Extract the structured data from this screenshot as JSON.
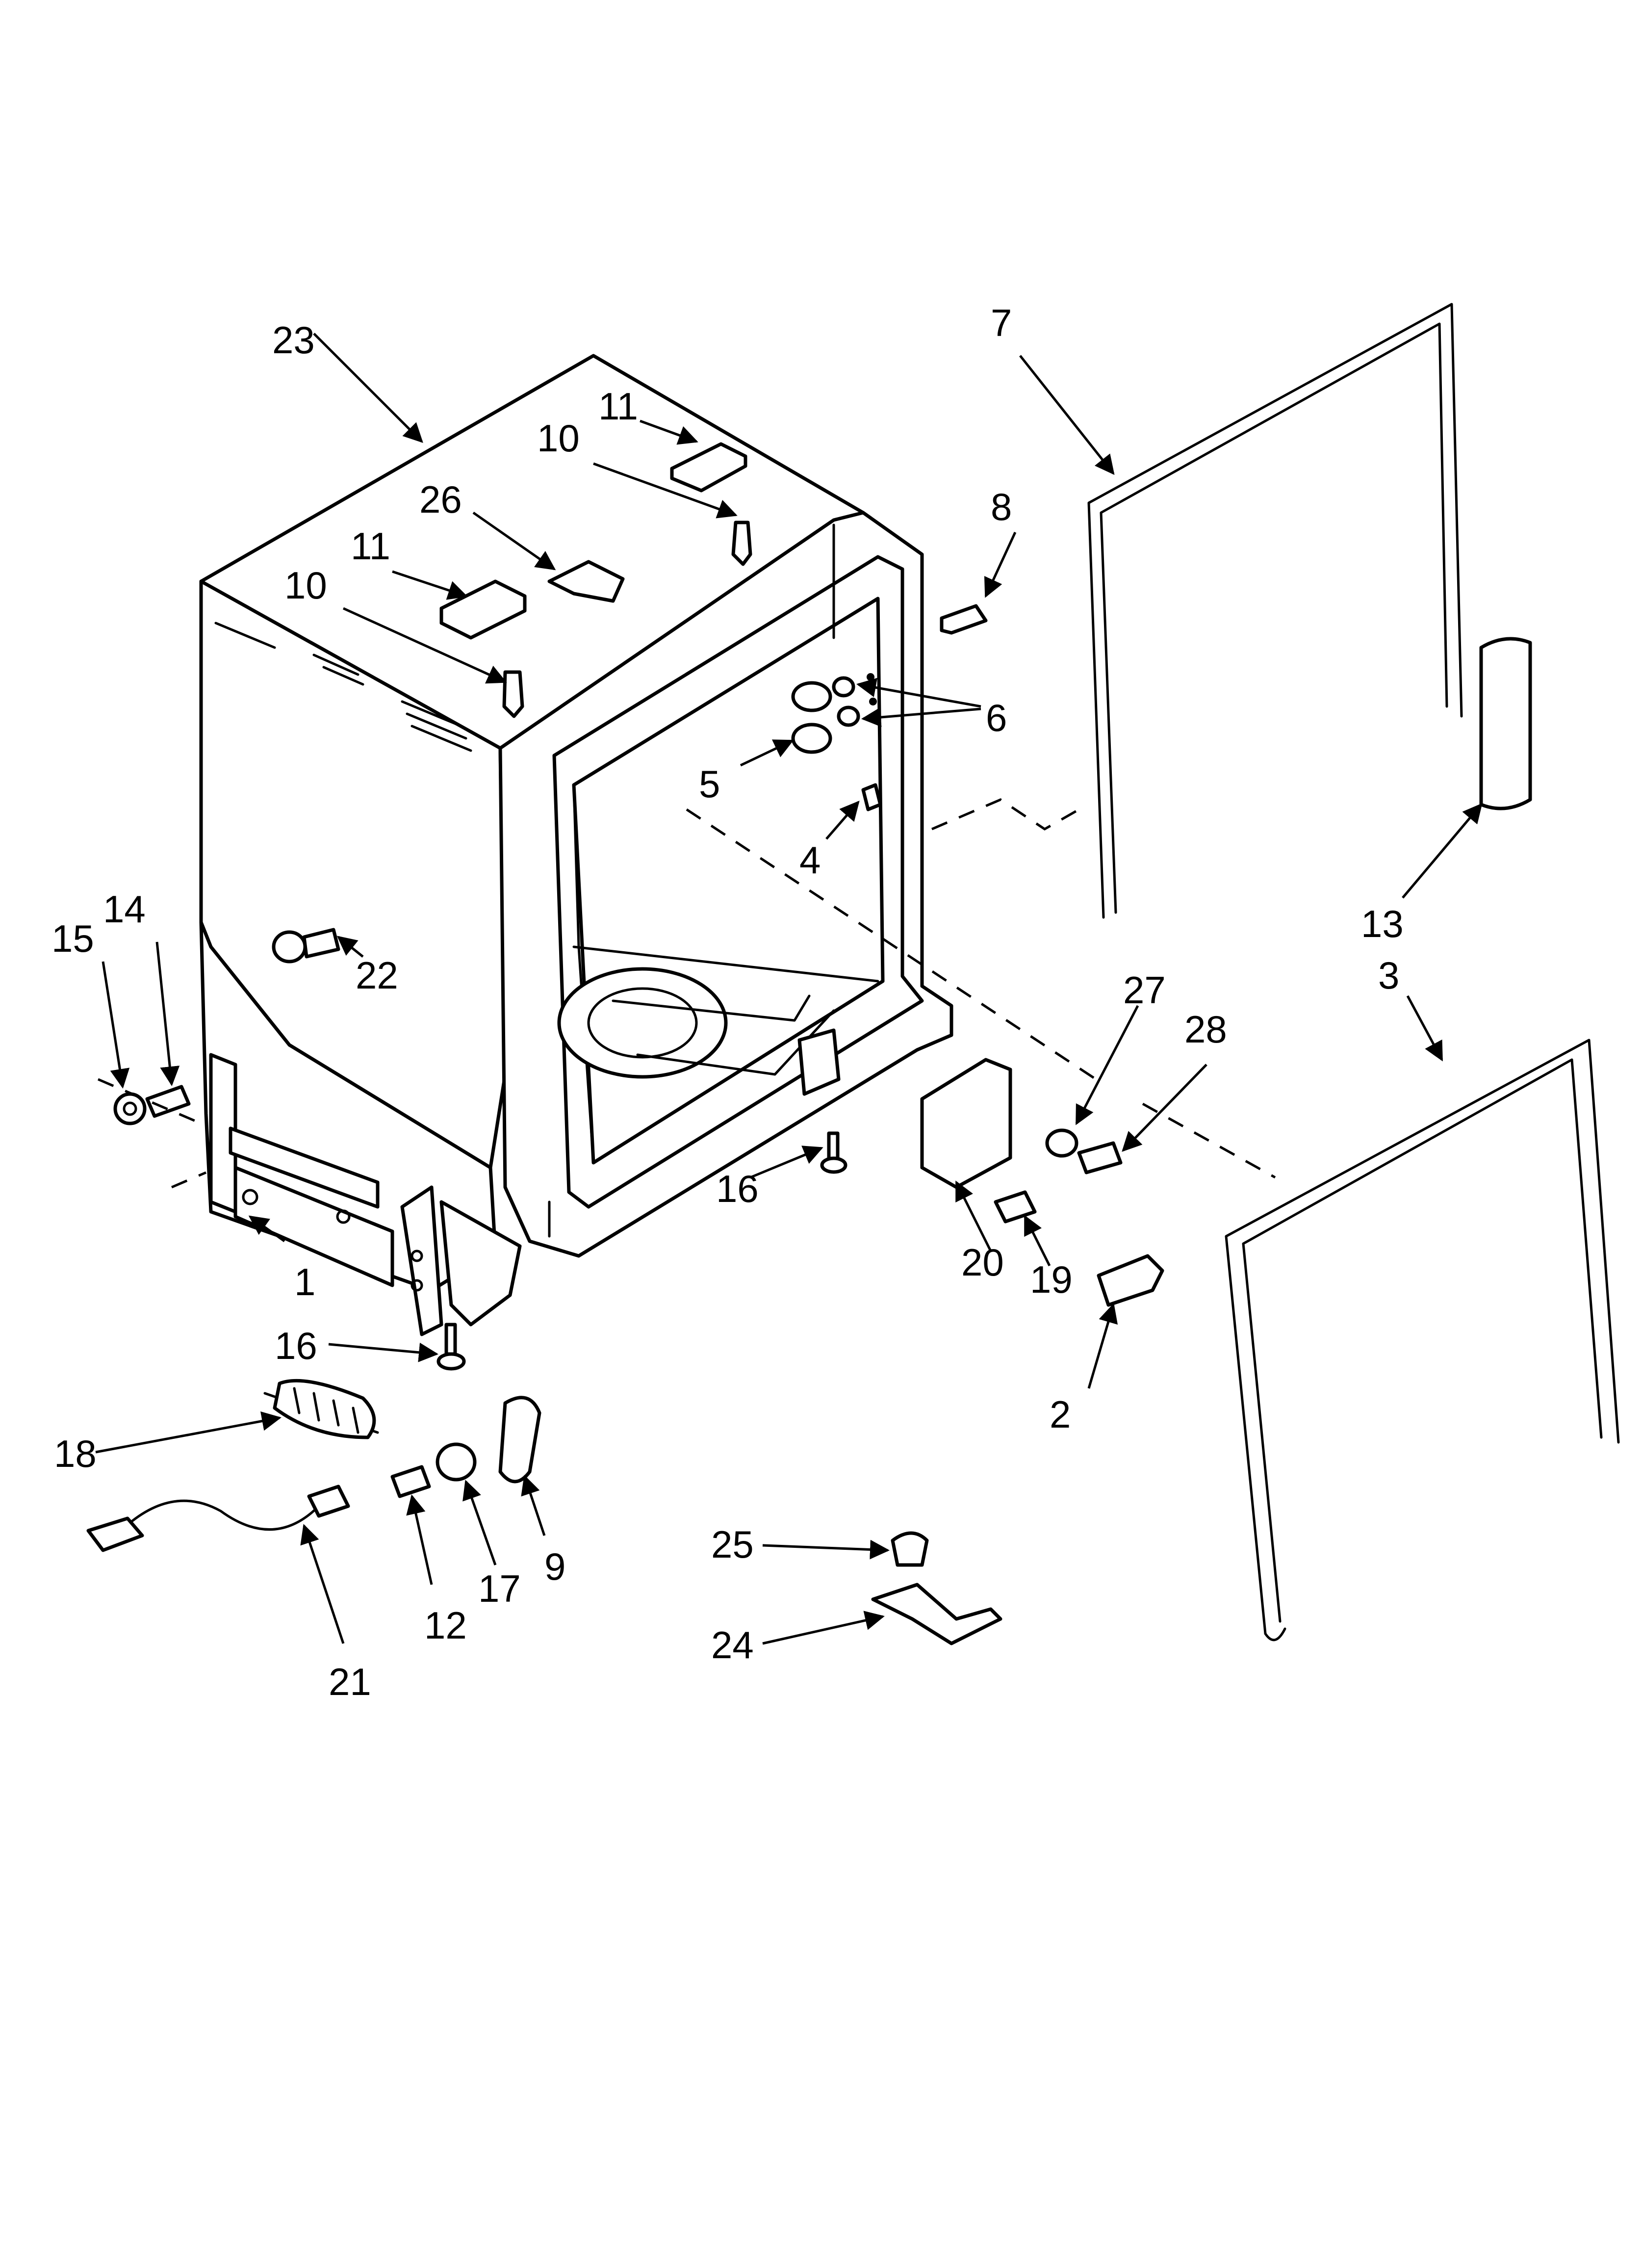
{
  "callouts": {
    "c1": "1",
    "c2": "2",
    "c3": "3",
    "c4": "4",
    "c5": "5",
    "c6": "6",
    "c7": "7",
    "c8": "8",
    "c9": "9",
    "c10a": "10",
    "c10b": "10",
    "c11a": "11",
    "c11b": "11",
    "c12": "12",
    "c13": "13",
    "c14": "14",
    "c15": "15",
    "c16a": "16",
    "c16b": "16",
    "c17": "17",
    "c18": "18",
    "c19": "19",
    "c20": "20",
    "c21": "21",
    "c22": "22",
    "c23": "23",
    "c24": "24",
    "c25": "25",
    "c26": "26",
    "c27": "27",
    "c28": "28"
  }
}
